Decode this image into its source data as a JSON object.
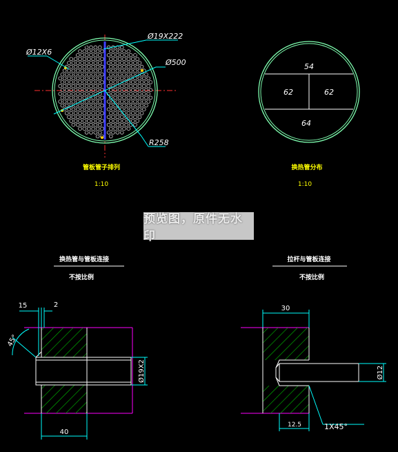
{
  "drawing": {
    "tube_layout": {
      "title": "管板管子排列",
      "scale": "1:10",
      "dims": {
        "tube": "Ø19X222",
        "small": "Ø12X6",
        "diameter": "Ø500",
        "radius": "R258"
      }
    },
    "tube_distribution": {
      "title": "换热管分布",
      "scale": "1:10",
      "counts": {
        "top": "54",
        "left": "62",
        "right": "62",
        "bottom": "64"
      }
    },
    "tube_joint": {
      "title": "换热管与管板连接",
      "scale": "不按比例",
      "dims": {
        "d1": "15",
        "d2": "2",
        "angle": "45°",
        "dia": "Ø19X2",
        "width": "40"
      }
    },
    "rod_joint": {
      "title": "拉杆与管板连接",
      "scale": "不按比例",
      "dims": {
        "width": "30",
        "depth": "12.5",
        "chamfer": "1X45°",
        "dia": "Ø12"
      }
    },
    "watermark": "预览图，原件无水印"
  },
  "colors": {
    "bg": "#000000",
    "line": "#ffffff",
    "dim": "#00ffff",
    "center": "#ff0000",
    "part": "#ff00ff",
    "hatch": "#00cc00",
    "circle": "#00ff99",
    "label": "#ffff00"
  }
}
